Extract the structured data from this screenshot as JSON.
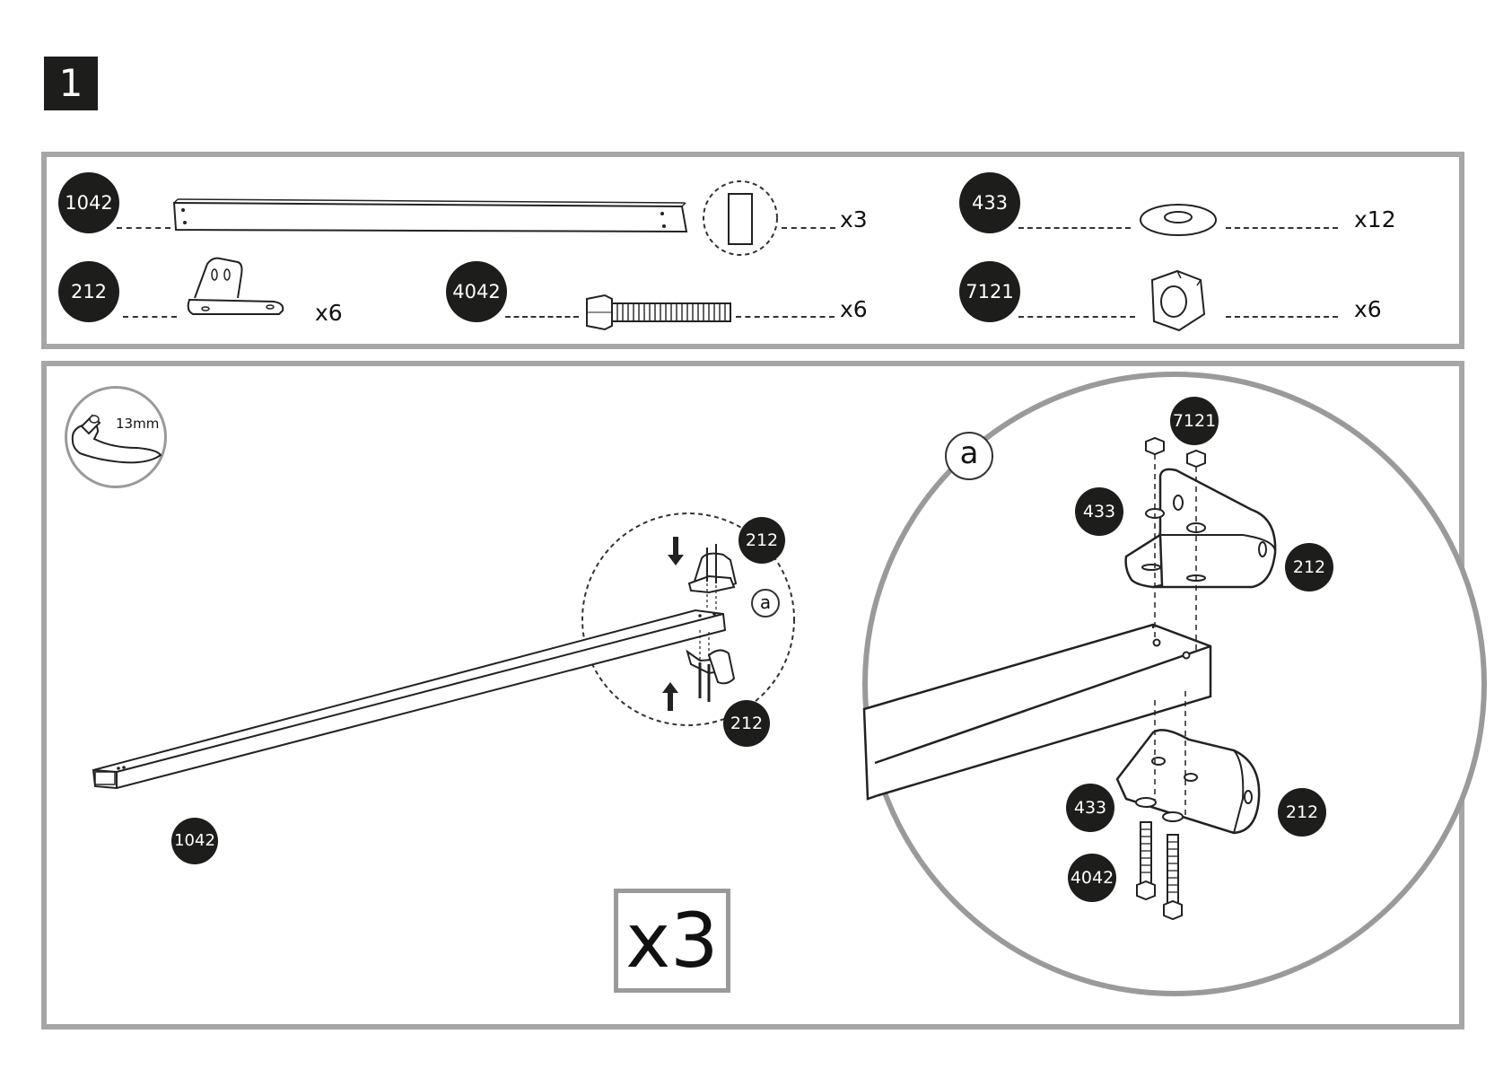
{
  "step": {
    "number": "1"
  },
  "parts": [
    {
      "code": "1042",
      "qty": "x3"
    },
    {
      "code": "433",
      "qty": "x12"
    },
    {
      "code": "212",
      "qty": "x6"
    },
    {
      "code": "4042",
      "qty": "x6"
    },
    {
      "code": "7121",
      "qty": "x6"
    }
  ],
  "tool": {
    "label": "13mm",
    "icon": "wrench-icon"
  },
  "assembly": {
    "multiplier": "x3",
    "detail_label": "a",
    "labels": {
      "beam": "1042",
      "bracket_top": "212",
      "bracket_bottom": "212"
    },
    "detail": {
      "nut": "7121",
      "washer_top": "433",
      "bracket_top": "212",
      "bracket_bottom": "212",
      "washer_bottom": "433",
      "bolt": "4042"
    }
  }
}
